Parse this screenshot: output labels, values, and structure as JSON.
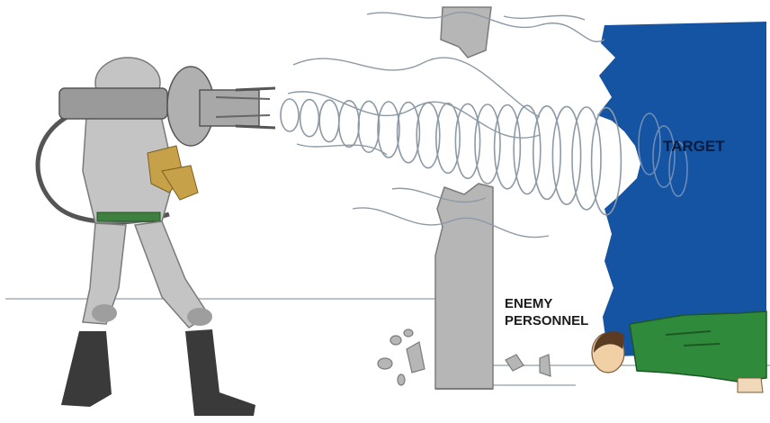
{
  "labels": {
    "target": "TARGET",
    "enemy_line1": "ENEMY",
    "enemy_line2": "PERSONNEL"
  },
  "colors": {
    "target_wall": "#1554a3",
    "enemy_uniform": "#2f8a3b",
    "wall_concrete": "#b8b8b8",
    "soldier_suit": "#bfbfbf",
    "glove": "#c7a14a",
    "boots": "#3a3a3a",
    "wave_line": "#8c9aa6"
  }
}
